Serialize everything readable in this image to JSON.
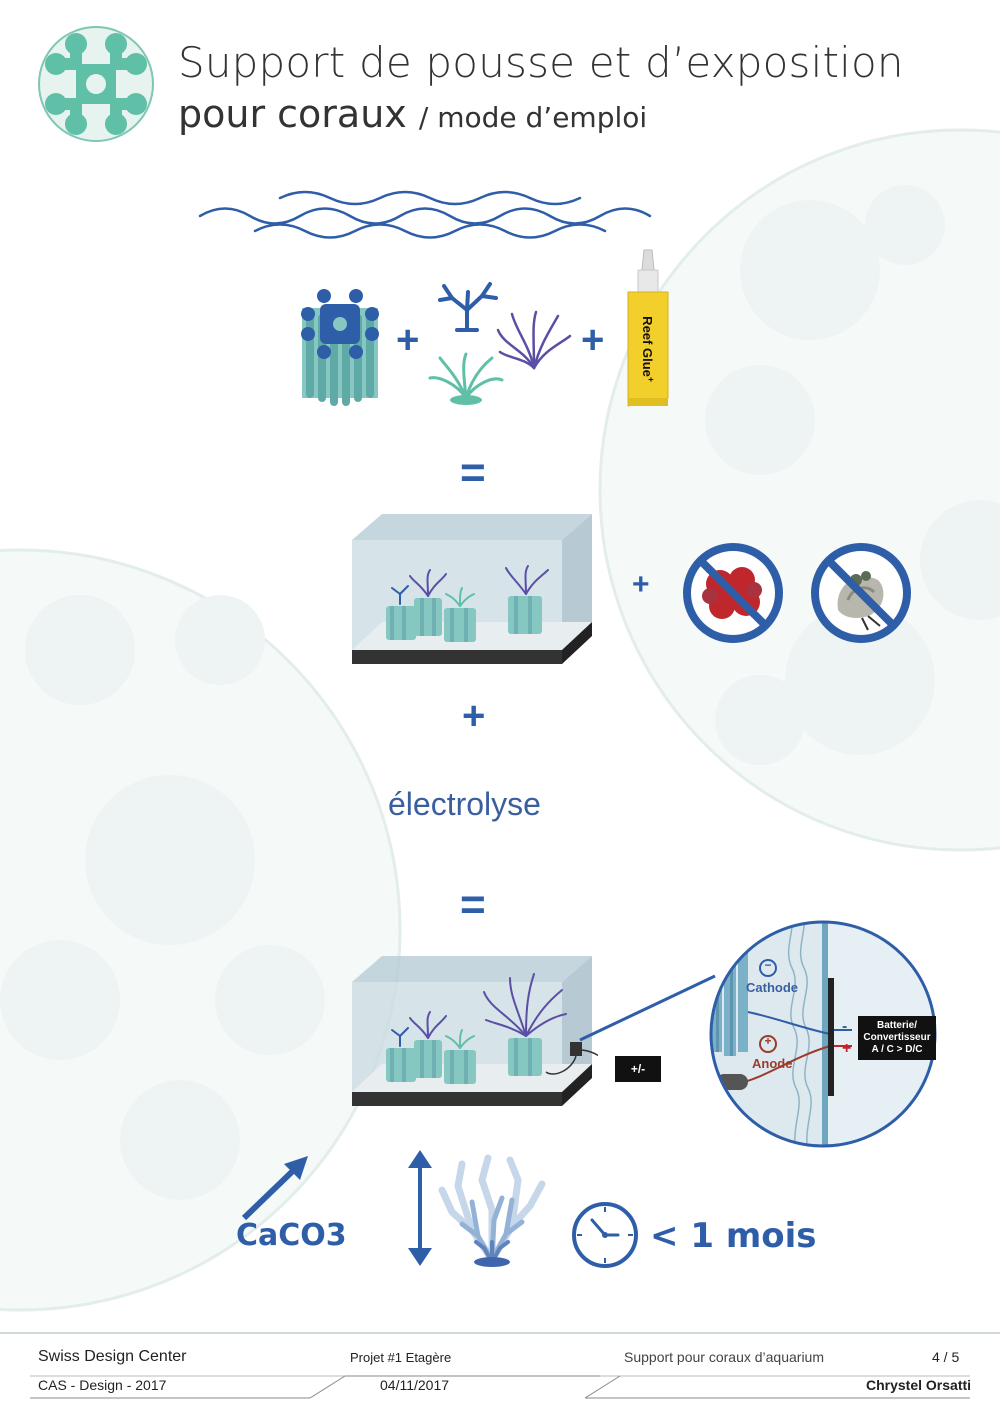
{
  "header": {
    "title_line1": "Support de pousse et d’exposition",
    "title_line2": "pour coraux",
    "title_suffix": "/ mode d’emploi",
    "logo_icon": "coral-support-logo-icon"
  },
  "steps": {
    "plus_symbol": "+",
    "equals_symbol": "=",
    "glue_label": "Reef Glue",
    "glue_mark": "+",
    "electrolysis": "électrolyse"
  },
  "electrolysis_detail": {
    "cathode_sign": "−",
    "cathode_label": "Cathode",
    "anode_sign": "+",
    "anode_label": "Anode",
    "wire_minus": "-",
    "wire_plus": "+",
    "device_line1": "Batterie/",
    "device_line2": "Convertisseur",
    "device_line3": "A / C > D/C",
    "tank_device_label": "+/-"
  },
  "result": {
    "caco3": "CaCO3",
    "duration": "< 1 mois"
  },
  "footer": {
    "org": "Swiss Design Center",
    "course": "CAS - Design - 2017",
    "project": "Projet #1 Etagère",
    "date": "04/11/2017",
    "subject": "Support pour coraux d’aquarium",
    "page": "4 / 5",
    "author": "Chrystel Orsatti"
  },
  "colors": {
    "accent_blue": "#2f5ea8",
    "teal": "#5fbfa7",
    "support_blue": "#7ab0c8",
    "glue_yellow": "#f3cf2b",
    "forbidden_red": "#c0272d"
  }
}
